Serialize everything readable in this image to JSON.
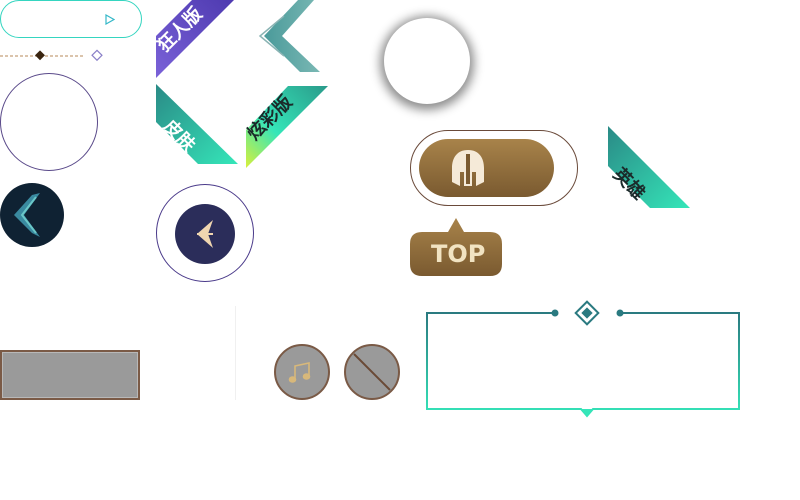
{
  "ribbons": {
    "kuangren": "狂人版",
    "pifu": "皮肤",
    "xuancai": "炫彩版",
    "yingxiong": "英雄"
  },
  "top_badge": "TOP",
  "colors": {
    "teal": "#2a8a86",
    "mint": "#35e6b9",
    "purple": "#6a5acd",
    "bronze": "#8a6a3a",
    "gold_light": "#c9a56a",
    "dark_navy": "#2b2d5a",
    "grey_fill": "#9a9a9a",
    "brown_border": "#7a5a46"
  },
  "icons": {
    "play": "play-triangle-icon",
    "chevron": "chevron-left-icon",
    "helmet": "spartan-helmet-icon",
    "music": "music-note-icon",
    "mute": "slash-icon",
    "diamond": "diamond-icon",
    "emblem": "game-emblem-icon"
  }
}
